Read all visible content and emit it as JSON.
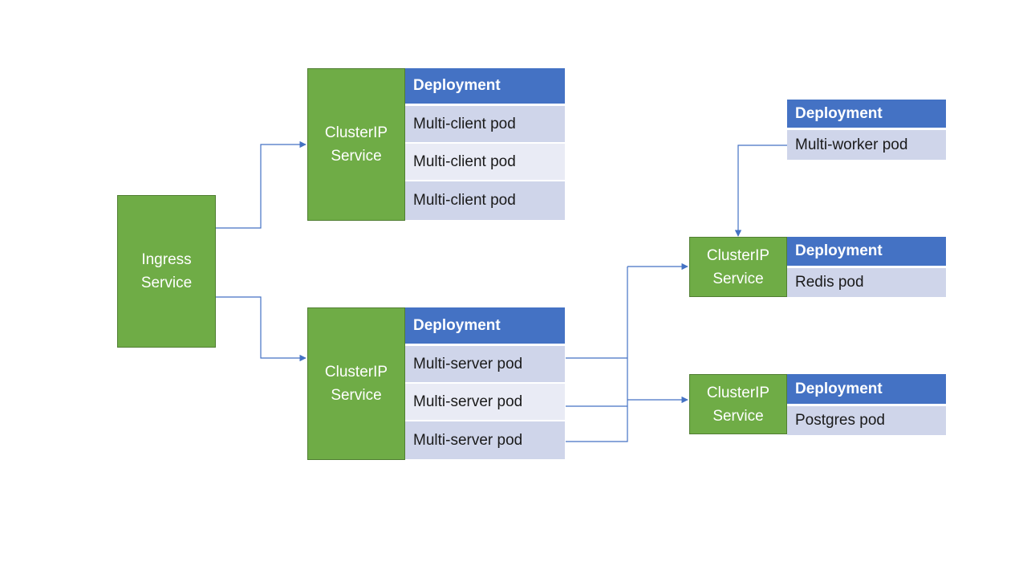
{
  "ingress": {
    "label": "Ingress\nService"
  },
  "client_service": {
    "label": "ClusterIP\nService"
  },
  "client_table": {
    "header": "Deployment",
    "rows": [
      "Multi-client pod",
      "Multi-client pod",
      "Multi-client pod"
    ]
  },
  "server_service": {
    "label": "ClusterIP\nService"
  },
  "server_table": {
    "header": "Deployment",
    "rows": [
      "Multi-server pod",
      "Multi-server pod",
      "Multi-server pod"
    ]
  },
  "worker_table": {
    "header": "Deployment",
    "rows": [
      "Multi-worker pod"
    ]
  },
  "redis_service": {
    "label": "ClusterIP\nService"
  },
  "redis_table": {
    "header": "Deployment",
    "rows": [
      "Redis pod"
    ]
  },
  "postgres_service": {
    "label": "ClusterIP\nService"
  },
  "postgres_table": {
    "header": "Deployment",
    "rows": [
      "Postgres pod"
    ]
  },
  "colors": {
    "service_green": "#6fac46",
    "header_blue": "#4472c4",
    "row_dark": "#cfd5ea",
    "row_light": "#e9ebf5",
    "connector": "#4472c4"
  }
}
